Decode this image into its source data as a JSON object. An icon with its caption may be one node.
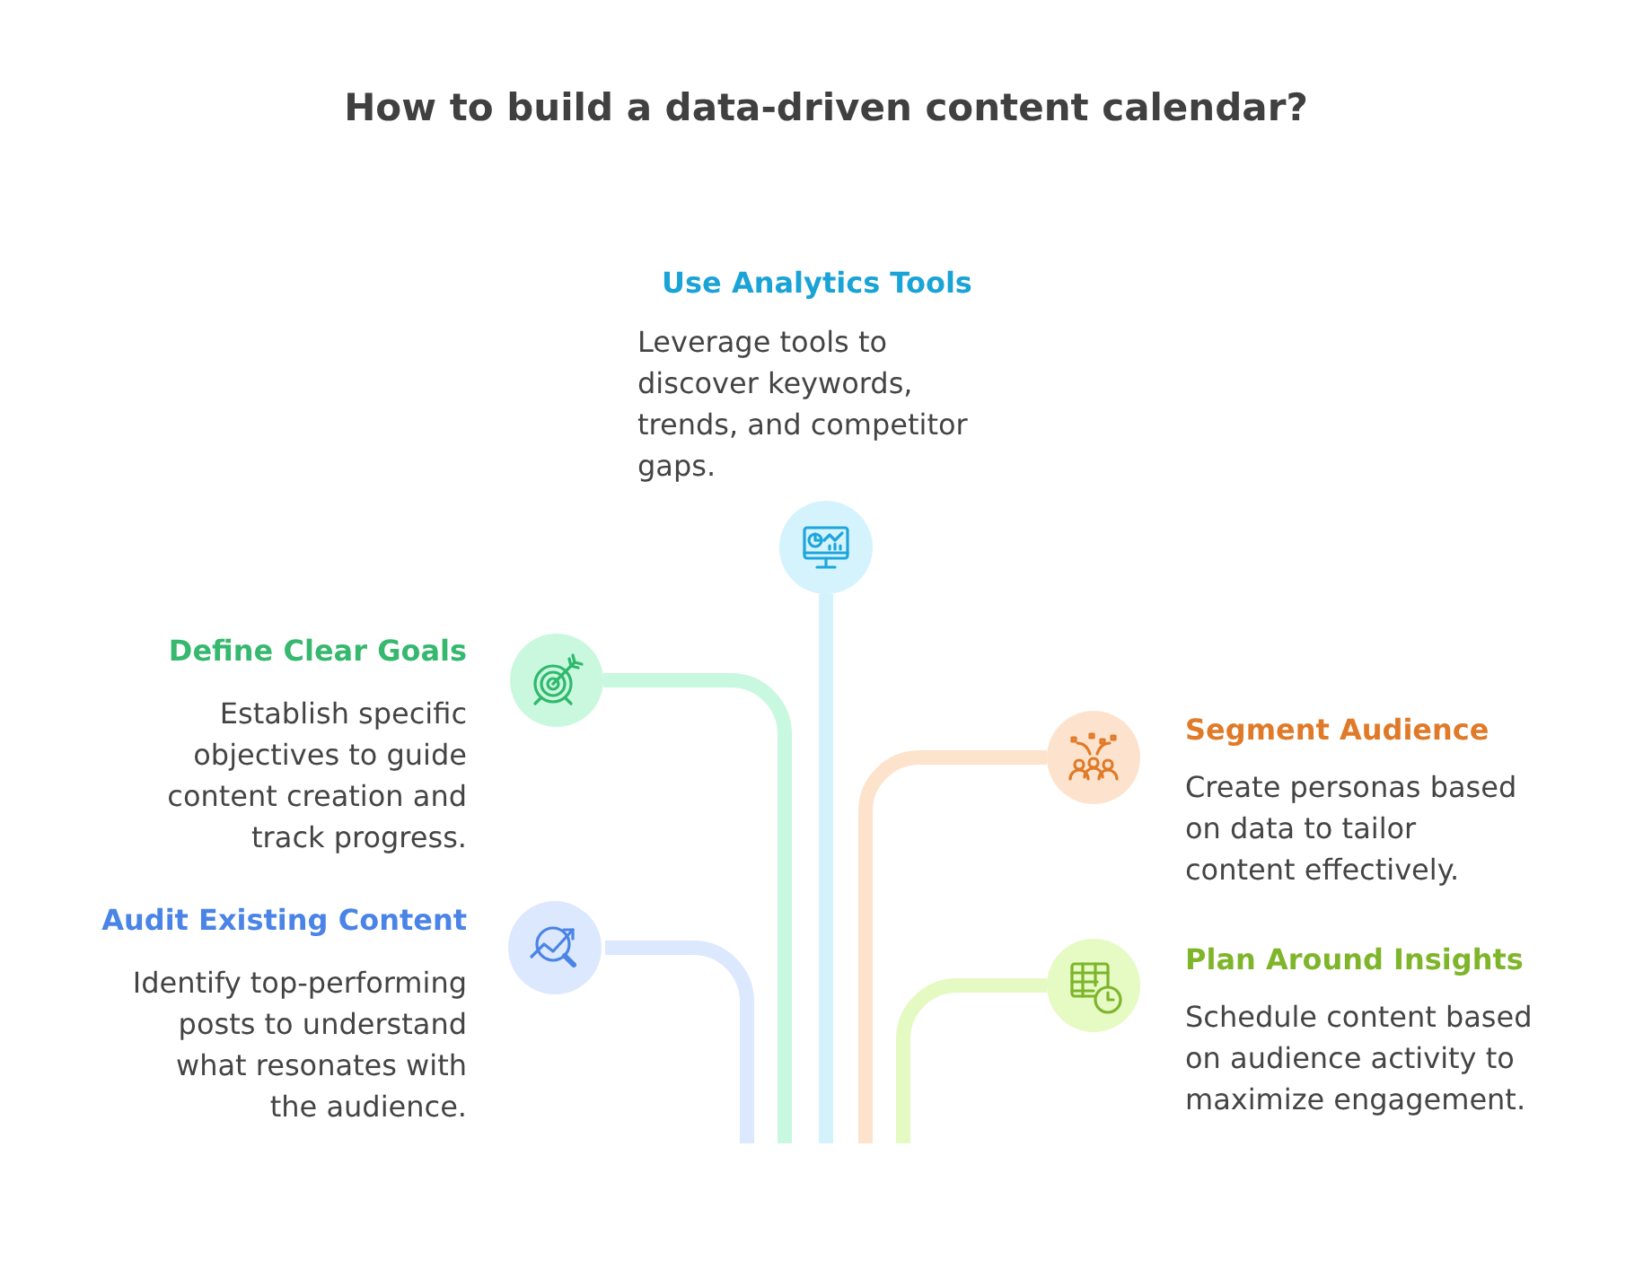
{
  "diagram": {
    "title": "How to build a data-driven content calendar?",
    "nodes": [
      {
        "text": [
          "Use Analytics Tools",
          "Leverage tools to discover keywords, trends, and competitor gaps."
        ]
      },
      {
        "text": [
          "Define Clear Goals",
          "Establish specific objectives to guide content creation and track progress."
        ]
      },
      {
        "text": [
          "Segment Audience",
          "Create personas based on data to tailor content effectively."
        ]
      },
      {
        "text": [
          "Audit Existing Content",
          "Identify top-performing posts to understand what resonates with the audience."
        ]
      },
      {
        "text": [
          "Plan Around Insights",
          "Schedule content based on audience activity to maximize engagement."
        ]
      }
    ],
    "edges": [
      {
        "from": 0,
        "to": null,
        "arrow": "none",
        "color": "#d3f2fc"
      },
      {
        "from": 1,
        "to": null,
        "arrow": "none",
        "color": "#c8f8df"
      },
      {
        "from": 2,
        "to": null,
        "arrow": "none",
        "color": "#fde2cc"
      },
      {
        "from": 3,
        "to": null,
        "arrow": "none",
        "color": "#dce8fd"
      },
      {
        "from": 4,
        "to": null,
        "arrow": "none",
        "color": "#e5f9c2"
      }
    ]
  }
}
